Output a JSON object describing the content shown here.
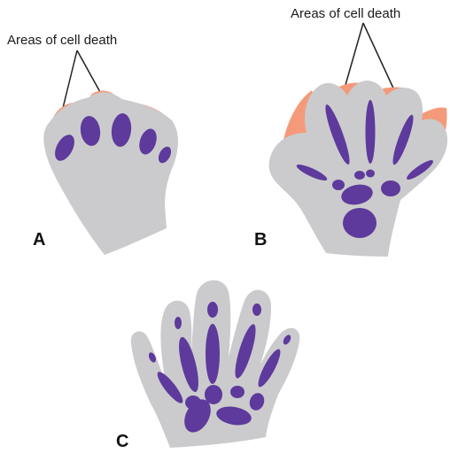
{
  "callouts": {
    "left": "Areas of cell death",
    "right": "Areas of cell death"
  },
  "panels": {
    "a": "A",
    "b": "B",
    "c": "C"
  },
  "colors": {
    "tissue": "#cbcbcd",
    "bone": "#5d3a9b",
    "cell_death": "#f49a7a",
    "line": "#222222"
  }
}
